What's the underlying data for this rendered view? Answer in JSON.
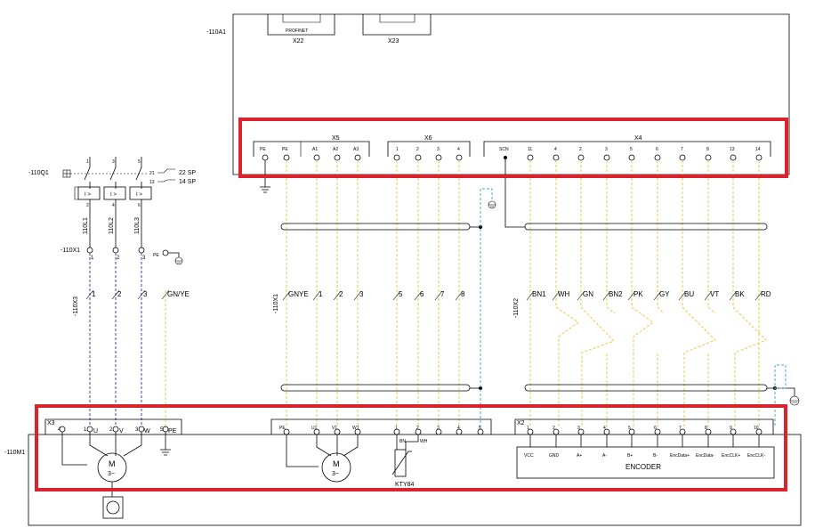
{
  "devices": {
    "drive": "-110A1",
    "breaker": "-110Q1",
    "motor": "-110M1",
    "terminal_x1": "-110X1",
    "cable_x3": "-110X3",
    "cable_x1": "-110X1",
    "cable_x2": "-110X2"
  },
  "drive": {
    "profinet_label": "PROFINET",
    "port_x22": "X22",
    "port_x23": "X23",
    "connector_x5": "X5",
    "connector_x6": "X6",
    "connector_x4": "X4",
    "x5_pins": [
      "PE",
      "PE",
      "A1",
      "A2",
      "A3"
    ],
    "x6_pins": [
      "1",
      "2",
      "3",
      "4"
    ],
    "x4_pins": [
      "SCN",
      "11",
      "4",
      "2",
      "3",
      "5",
      "6",
      "7",
      "8",
      "13",
      "14"
    ]
  },
  "breaker": {
    "poles_top": [
      "1",
      "3",
      "5"
    ],
    "poles_bottom": [
      "2",
      "4",
      "6"
    ],
    "trip_label": "I >",
    "aux_contact_1": [
      "21",
      "22 SP"
    ],
    "aux_contact_2": [
      "13",
      "14 SP"
    ],
    "wire_labels": [
      "110L1",
      "110L2",
      "110L3"
    ]
  },
  "terminal_x1": {
    "pins": [
      "1",
      "2",
      "3"
    ],
    "pe_label": "PE"
  },
  "cables": {
    "x3_cores": [
      "1",
      "2",
      "3",
      "GN/YE"
    ],
    "x1_cores": [
      "GNYE",
      "1",
      "2",
      "3",
      "5",
      "6",
      "7",
      "8"
    ],
    "x2_cores": [
      "BN1",
      "WH",
      "GN",
      "BN2",
      "PK",
      "GY",
      "BU",
      "VT",
      "BK",
      "RD"
    ]
  },
  "motor": {
    "power_connector": "X3",
    "power_pins": [
      "4",
      "1",
      "2",
      "3",
      "5"
    ],
    "power_pin_names": [
      "U",
      "V",
      "W",
      "PE"
    ],
    "motor_symbol": "M",
    "motor_phase": "3~",
    "feedback_pins": [
      "PE",
      "U1",
      "V1",
      "W1",
      "1",
      "2",
      "3",
      "4",
      "5"
    ],
    "kty_label": "KTY84",
    "kty_wire_labels": [
      "BN",
      "WH"
    ],
    "encoder_connector": "X2",
    "encoder_pins": [
      "1",
      "2",
      "3",
      "4",
      "5",
      "6",
      "7",
      "8",
      "9",
      "10"
    ],
    "encoder_signals": [
      "VCC",
      "GND",
      "A+",
      "A-",
      "B+",
      "B-",
      "EncData+",
      "EncData-",
      "EncCLK+",
      "EncCLK-"
    ],
    "encoder_label": "ENCODER"
  },
  "pe_label": "PE",
  "highlight_color": "#d9232d"
}
